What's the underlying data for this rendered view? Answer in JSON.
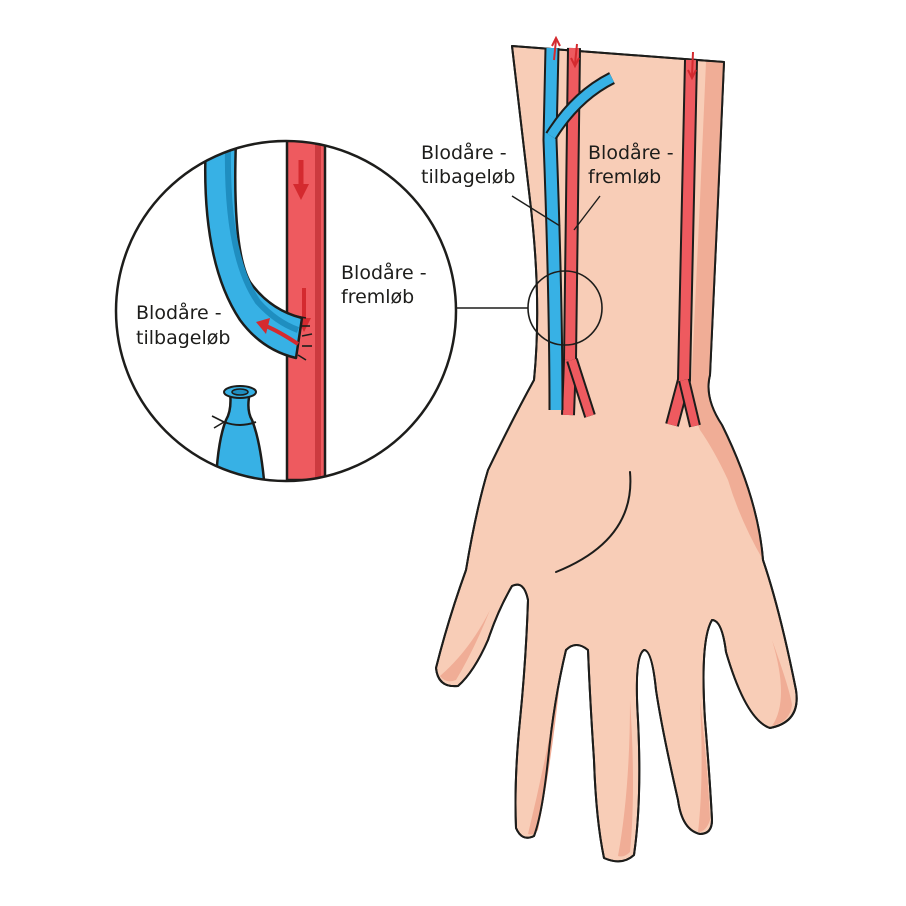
{
  "labels": {
    "arm_vein_line1": "Blodåre -",
    "arm_vein_line2": "tilbageløb",
    "arm_artery_line1": "Blodåre -",
    "arm_artery_line2": "fremløb",
    "zoom_artery_line1": "Blodåre -",
    "zoom_artery_line2": "fremløb",
    "zoom_vein_line1": "Blodåre -",
    "zoom_vein_line2": "tilbageløb"
  },
  "colors": {
    "skin": "#f8cdb7",
    "skin_shadow": "#f0ad96",
    "artery": "#ee5a5f",
    "artery_dark": "#cc3a3f",
    "vein": "#37b1e5",
    "vein_dark": "#1f8ec0",
    "arrow": "#d42a2f",
    "outline": "#1d1d1b"
  }
}
